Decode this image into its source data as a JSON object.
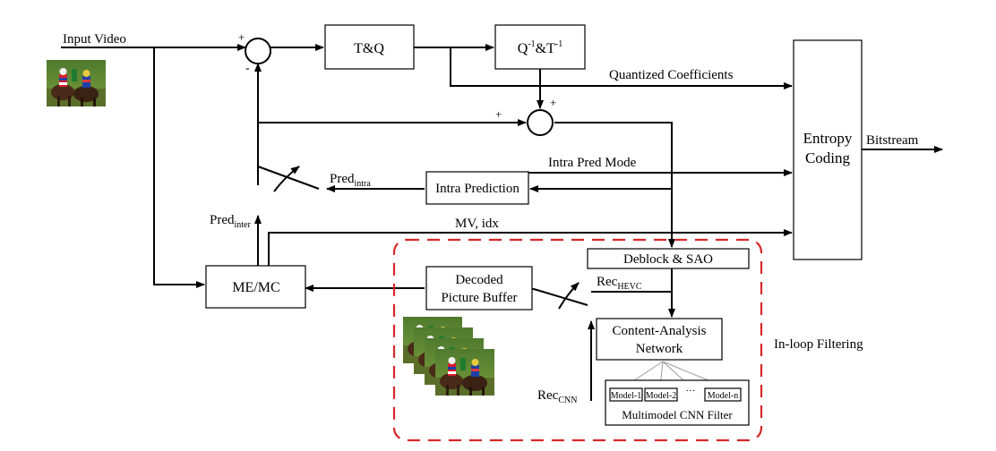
{
  "labels": {
    "input_video": "Input Video",
    "tq": "T&Q",
    "inv_tq_base": "Q",
    "inv_tq_sup1": "-1",
    "inv_tq_mid": "&T",
    "inv_tq_sup2": "-1",
    "quantized_coeffs": "Quantized Coefficients",
    "entropy_line1": "Entropy",
    "entropy_line2": "Coding",
    "bitstream": "Bitstream",
    "intra_pred_mode": "Intra Pred Mode",
    "intra_prediction": "Intra Prediction",
    "pred_intra_base": "Pred",
    "pred_intra_sub": "intra",
    "pred_inter_base": "Pred",
    "pred_inter_sub": "inter",
    "mv_idx": "MV, idx",
    "deblock_sao": "Deblock & SAO",
    "rec_hevc_base": "Rec",
    "rec_hevc_sub": "HEVC",
    "dpb_line1": "Decoded",
    "dpb_line2": "Picture Buffer",
    "me_mc": "ME/MC",
    "can_line1": "Content-Analysis",
    "can_line2": "Network",
    "in_loop_filtering": "In-loop Filtering",
    "rec_cnn_base": "Rec",
    "rec_cnn_sub": "CNN",
    "model1": "Model-1",
    "model2": "Model-2",
    "ellipsis": "···",
    "modeln": "Model-n",
    "multimodel_filter": "Multimodel CNN Filter",
    "plus": "+",
    "minus": "-"
  }
}
